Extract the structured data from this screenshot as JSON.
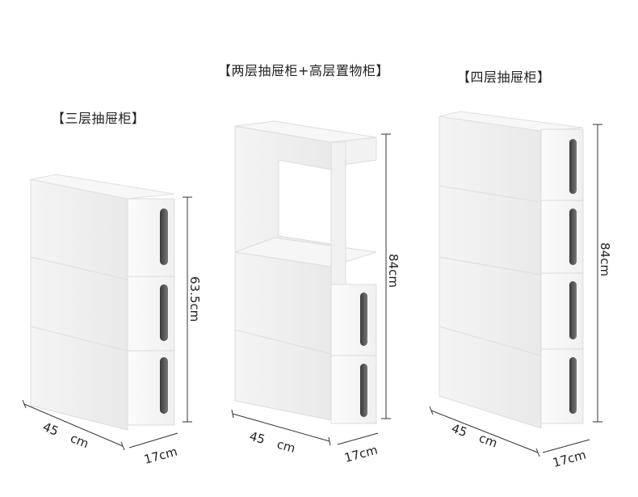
{
  "products": [
    {
      "title": "【三层抽屉柜】",
      "height": "63.5cm",
      "width_value": "45",
      "width_unit": "cm",
      "depth": "17cm"
    },
    {
      "title": "【两层抽屉柜+高层置物柜】",
      "height": "84cm",
      "width_value": "45",
      "width_unit": "cm",
      "depth": "17cm"
    },
    {
      "title": "【四层抽屉柜】",
      "height": "84cm",
      "width_value": "45",
      "width_unit": "cm",
      "depth": "17cm"
    }
  ]
}
